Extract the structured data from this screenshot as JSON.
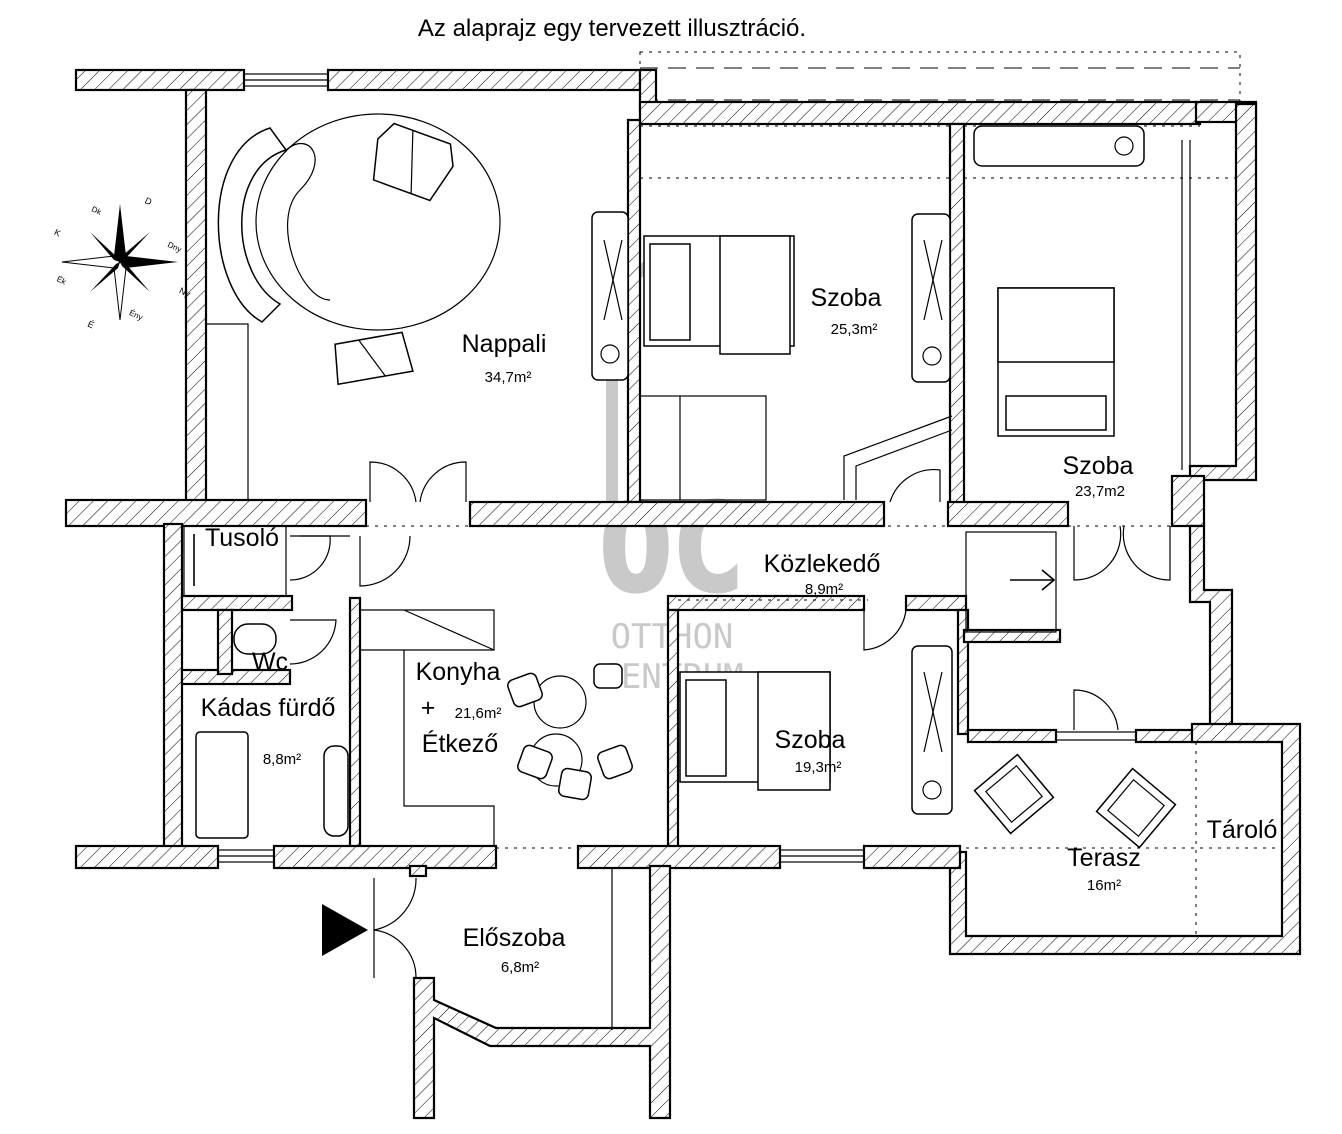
{
  "header": {
    "title": "Az alaprajz egy tervezett illusztráció."
  },
  "watermark": {
    "brand_mark": "OC",
    "line1": "OTTHON",
    "line2": "CENTRUM"
  },
  "compass": {
    "labels": {
      "n": "D",
      "ne": "Dny",
      "e": "Ny",
      "se": "Ény",
      "s": "É",
      "sw": "Ék",
      "w": "K",
      "nw": "Dk"
    }
  },
  "rooms": [
    {
      "name": "Nappali",
      "area": "34,7m²"
    },
    {
      "name": "Szoba",
      "area": "25,3m²"
    },
    {
      "name": "Szoba",
      "area": "23,7m2"
    },
    {
      "name": "Közlekedő",
      "area": "8,9m²"
    },
    {
      "name": "Tusoló",
      "area": ""
    },
    {
      "name": "Wc",
      "area": ""
    },
    {
      "name": "Kádas fürdő",
      "area": "8,8m²"
    },
    {
      "name": "Konyha",
      "plus": "+",
      "name2": "Étkező",
      "area": "21,6m²"
    },
    {
      "name": "Szoba",
      "area": "19,3m²"
    },
    {
      "name": "Terasz",
      "area": "16m²"
    },
    {
      "name": "Tároló",
      "area": ""
    },
    {
      "name": "Előszoba",
      "area": "6,8m²"
    }
  ],
  "colors": {
    "line": "#000000",
    "watermark": "#c9c9c9",
    "background": "#ffffff"
  }
}
